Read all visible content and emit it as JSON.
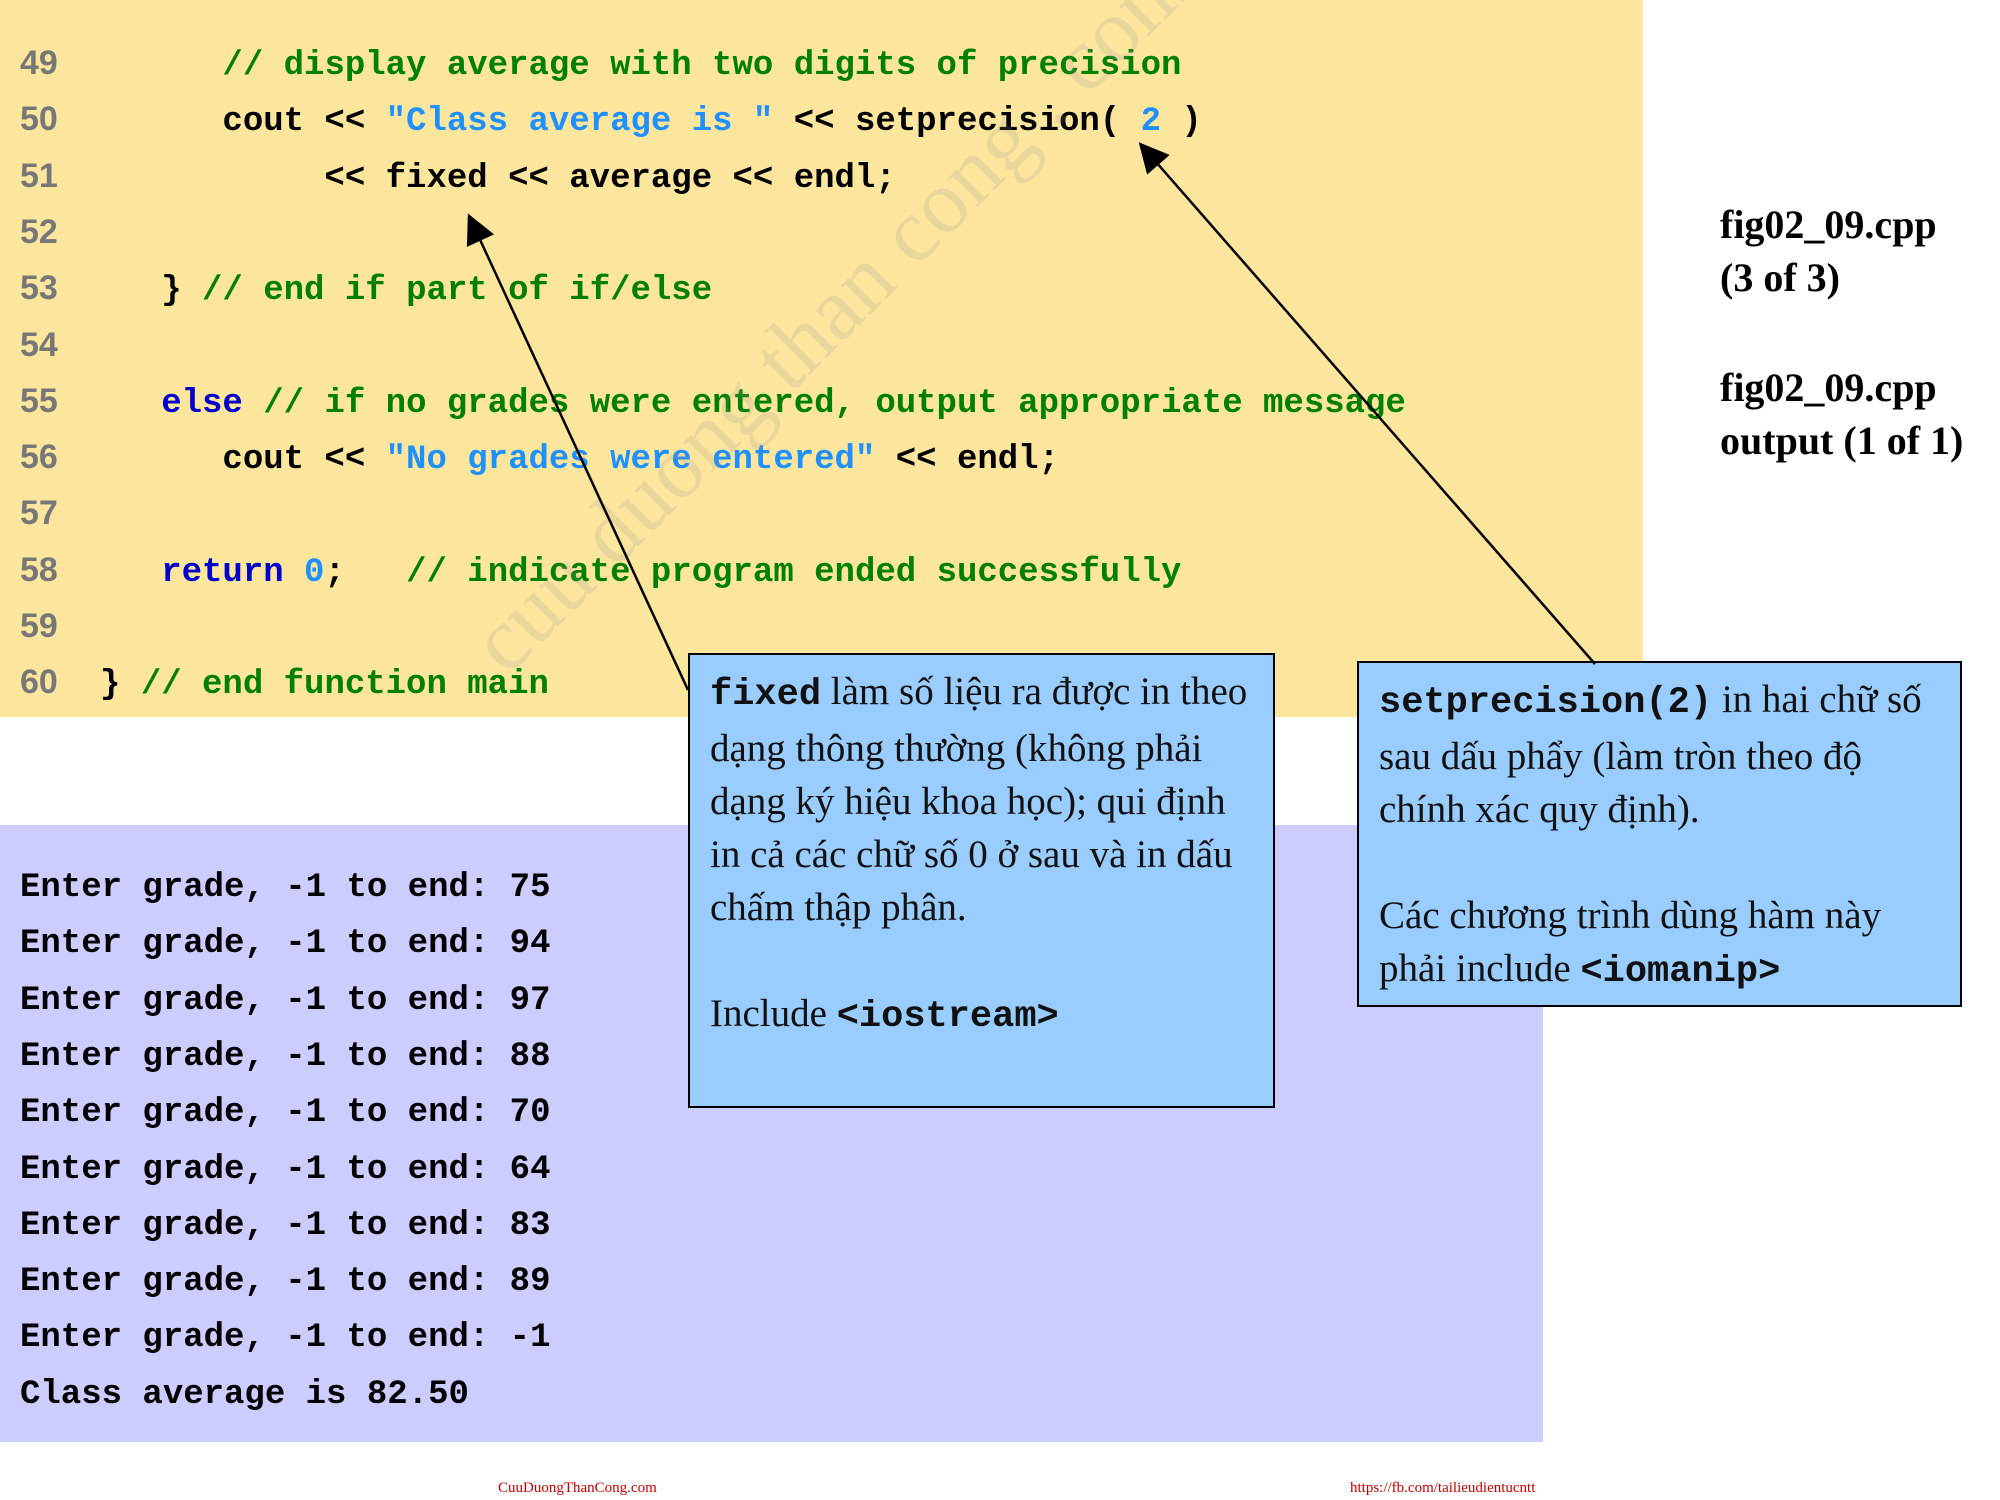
{
  "code": {
    "lines": [
      {
        "num": "49",
        "parts": [
          {
            "t": "      ",
            "c": "pl"
          },
          {
            "t": "// display average with two digits of precision",
            "c": "cm"
          }
        ]
      },
      {
        "num": "50",
        "parts": [
          {
            "t": "      cout << ",
            "c": "pl"
          },
          {
            "t": "\"Class average is \"",
            "c": "st"
          },
          {
            "t": " << setprecision( ",
            "c": "pl"
          },
          {
            "t": "2",
            "c": "nm"
          },
          {
            "t": " )",
            "c": "pl"
          }
        ]
      },
      {
        "num": "51",
        "parts": [
          {
            "t": "           << fixed << average << endl;",
            "c": "pl"
          }
        ]
      },
      {
        "num": "52",
        "parts": []
      },
      {
        "num": "53",
        "parts": [
          {
            "t": "   } ",
            "c": "pl"
          },
          {
            "t": "// end if part of if/else",
            "c": "cm"
          }
        ]
      },
      {
        "num": "54",
        "parts": []
      },
      {
        "num": "55",
        "parts": [
          {
            "t": "   ",
            "c": "pl"
          },
          {
            "t": "else",
            "c": "kw"
          },
          {
            "t": " ",
            "c": "pl"
          },
          {
            "t": "// if no grades were entered, output appropriate message",
            "c": "cm"
          }
        ]
      },
      {
        "num": "56",
        "parts": [
          {
            "t": "      cout << ",
            "c": "pl"
          },
          {
            "t": "\"No grades were entered\"",
            "c": "st"
          },
          {
            "t": " << endl;",
            "c": "pl"
          }
        ]
      },
      {
        "num": "57",
        "parts": []
      },
      {
        "num": "58",
        "parts": [
          {
            "t": "   ",
            "c": "pl"
          },
          {
            "t": "return",
            "c": "kw"
          },
          {
            "t": " ",
            "c": "pl"
          },
          {
            "t": "0",
            "c": "nm"
          },
          {
            "t": ";   ",
            "c": "pl"
          },
          {
            "t": "// indicate program ended successfully",
            "c": "cm"
          }
        ]
      },
      {
        "num": "59",
        "parts": []
      },
      {
        "num": "60",
        "parts": [
          {
            "t": "} ",
            "c": "pl"
          },
          {
            "t": "// end function main",
            "c": "cm"
          }
        ]
      }
    ]
  },
  "output": {
    "lines": [
      "Enter grade, -1 to end: 75",
      "Enter grade, -1 to end: 94",
      "Enter grade, -1 to end: 97",
      "Enter grade, -1 to end: 88",
      "Enter grade, -1 to end: 70",
      "Enter grade, -1 to end: 64",
      "Enter grade, -1 to end: 83",
      "Enter grade, -1 to end: 89",
      "Enter grade, -1 to end: -1",
      "Class average is 82.50"
    ]
  },
  "side": {
    "file1": "fig02_09.cpp",
    "file1_part": "(3 of 3)",
    "file2": "fig02_09.cpp",
    "file2_part": "output (1 of 1)"
  },
  "callout_fixed": {
    "keyword": "fixed",
    "text1": " làm số liệu ra được in theo dạng thông thường (không phải dạng ký hiệu khoa học); qui định in cả các chữ số 0 ở sau và in dấu chấm thập phân.",
    "include_label": "Include ",
    "include_header": "<iostream>"
  },
  "callout_setprecision": {
    "keyword": "setprecision(2)",
    "text1": " in hai chữ số sau dấu phẩy (làm tròn theo độ chính xác quy định).",
    "text2": "Các chương trình dùng hàm này phải include ",
    "include_header": "<iomanip>"
  },
  "footer": {
    "left": "CuuDuongThanCong.com",
    "right": "https://fb.com/tailieudientucntt"
  },
  "watermark": "cuu duong than cong . com"
}
